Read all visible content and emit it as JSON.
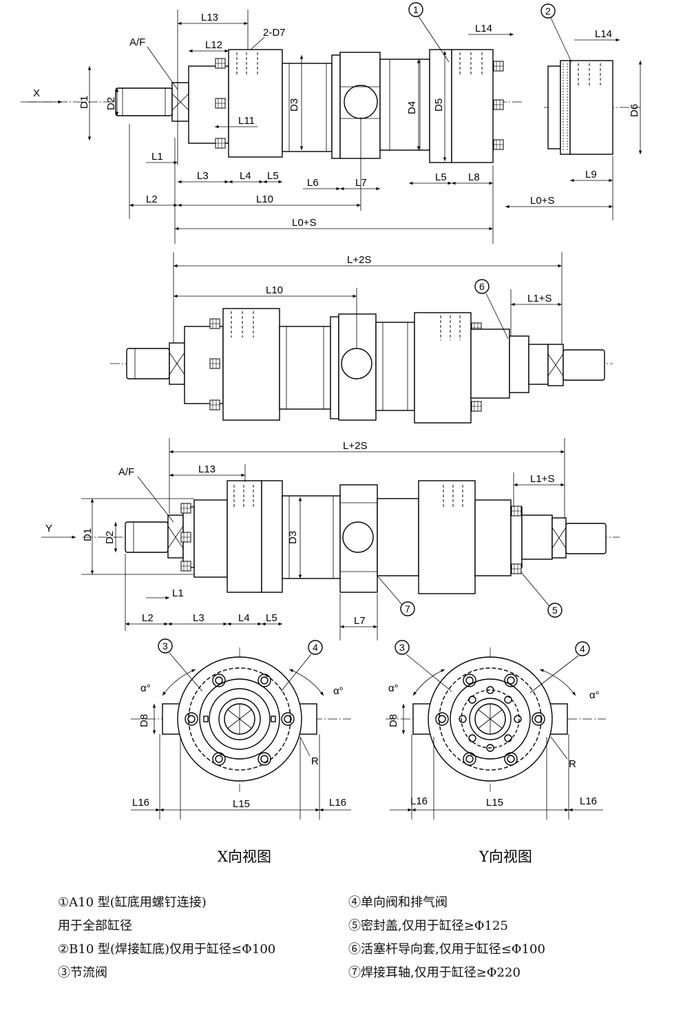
{
  "dims": {
    "view_x_marker": "X",
    "view_y_marker": "Y",
    "af": "A/F",
    "d1": "D1",
    "d2": "D2",
    "d3": "D3",
    "d4": "D4",
    "d5": "D5",
    "d6": "D6",
    "d7": "2-D7",
    "d8": "D8",
    "l0s": "L0+S",
    "l1": "L1",
    "l1s": "L1+S",
    "l2": "L2",
    "l2s": "L+2S",
    "l3": "L3",
    "l4": "L4",
    "l5": "L5",
    "l6": "L6",
    "l7": "L7",
    "l8": "L8",
    "l9": "L9",
    "l10": "L10",
    "l11": "L11",
    "l12": "L12",
    "l13": "L13",
    "l14": "L14",
    "l15": "L15",
    "l16": "L16",
    "alpha": "α°",
    "r": "R"
  },
  "callouts": {
    "c1": "1",
    "c2": "2",
    "c3": "3",
    "c4": "4",
    "c5": "5",
    "c6": "6",
    "c7": "7"
  },
  "captions": {
    "x_view": "X向视图",
    "y_view": "Y向视图"
  },
  "notes": {
    "left": [
      "①A10 型(缸底用螺钉连接)",
      "用于全部缸径",
      "②B10 型(焊接缸底)仅用于缸径≤Φ100",
      "③节流阀"
    ],
    "right": [
      "④单向阀和排气阀",
      "⑤密封盖,仅用于缸径≥Φ125",
      "⑥活塞杆导向套,仅用于缸径≤Φ100",
      "⑦焊接耳轴,仅用于缸径≥Φ220"
    ]
  }
}
